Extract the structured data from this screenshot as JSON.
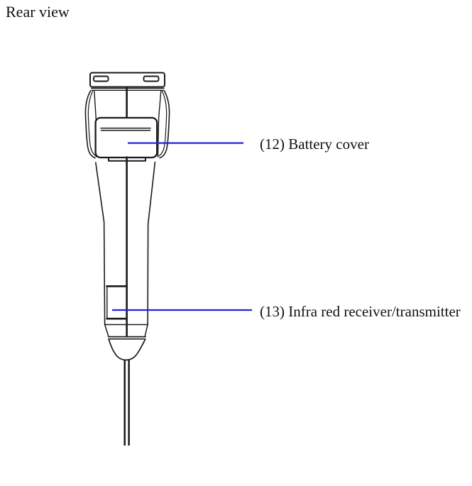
{
  "page": {
    "title": "Rear view",
    "background_color": "#ffffff",
    "text_color": "#111111"
  },
  "diagram": {
    "subject": "handheld-scanner-rear-view-line-drawing",
    "line_color": "#1a1a1a",
    "leader_color": "#2323dd",
    "callouts": [
      {
        "text": "(12) Battery cover"
      },
      {
        "text": "(13) Infra red receiver/transmitter"
      }
    ]
  }
}
